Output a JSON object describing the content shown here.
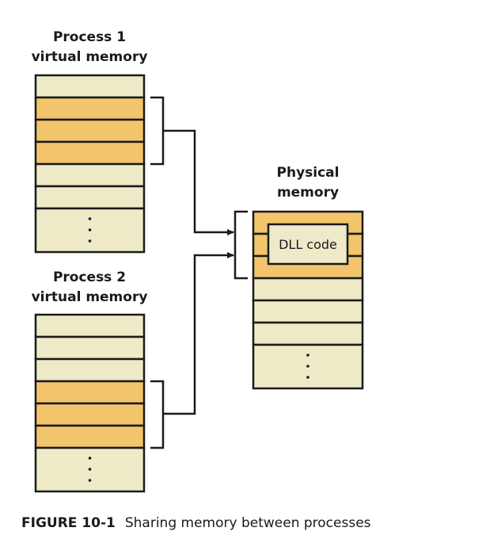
{
  "colors": {
    "light": "#EEEAC8",
    "shared": "#F2C46C",
    "stroke": "#1a1a1a"
  },
  "process1": {
    "title_line1": "Process 1",
    "title_line2": "virtual memory",
    "pages": [
      "light",
      "shared",
      "shared",
      "shared",
      "light",
      "light",
      "ellipsis"
    ]
  },
  "process2": {
    "title_line1": "Process 2",
    "title_line2": "virtual memory",
    "pages": [
      "light",
      "light",
      "light",
      "shared",
      "shared",
      "shared",
      "ellipsis"
    ]
  },
  "physical": {
    "title_line1": "Physical",
    "title_line2": "memory",
    "pages": [
      "shared",
      "shared",
      "shared",
      "light",
      "light",
      "light",
      "ellipsis"
    ],
    "dll_label": "DLL code"
  },
  "caption": {
    "label": "FIGURE 10-1",
    "text": "Sharing memory between processes"
  }
}
